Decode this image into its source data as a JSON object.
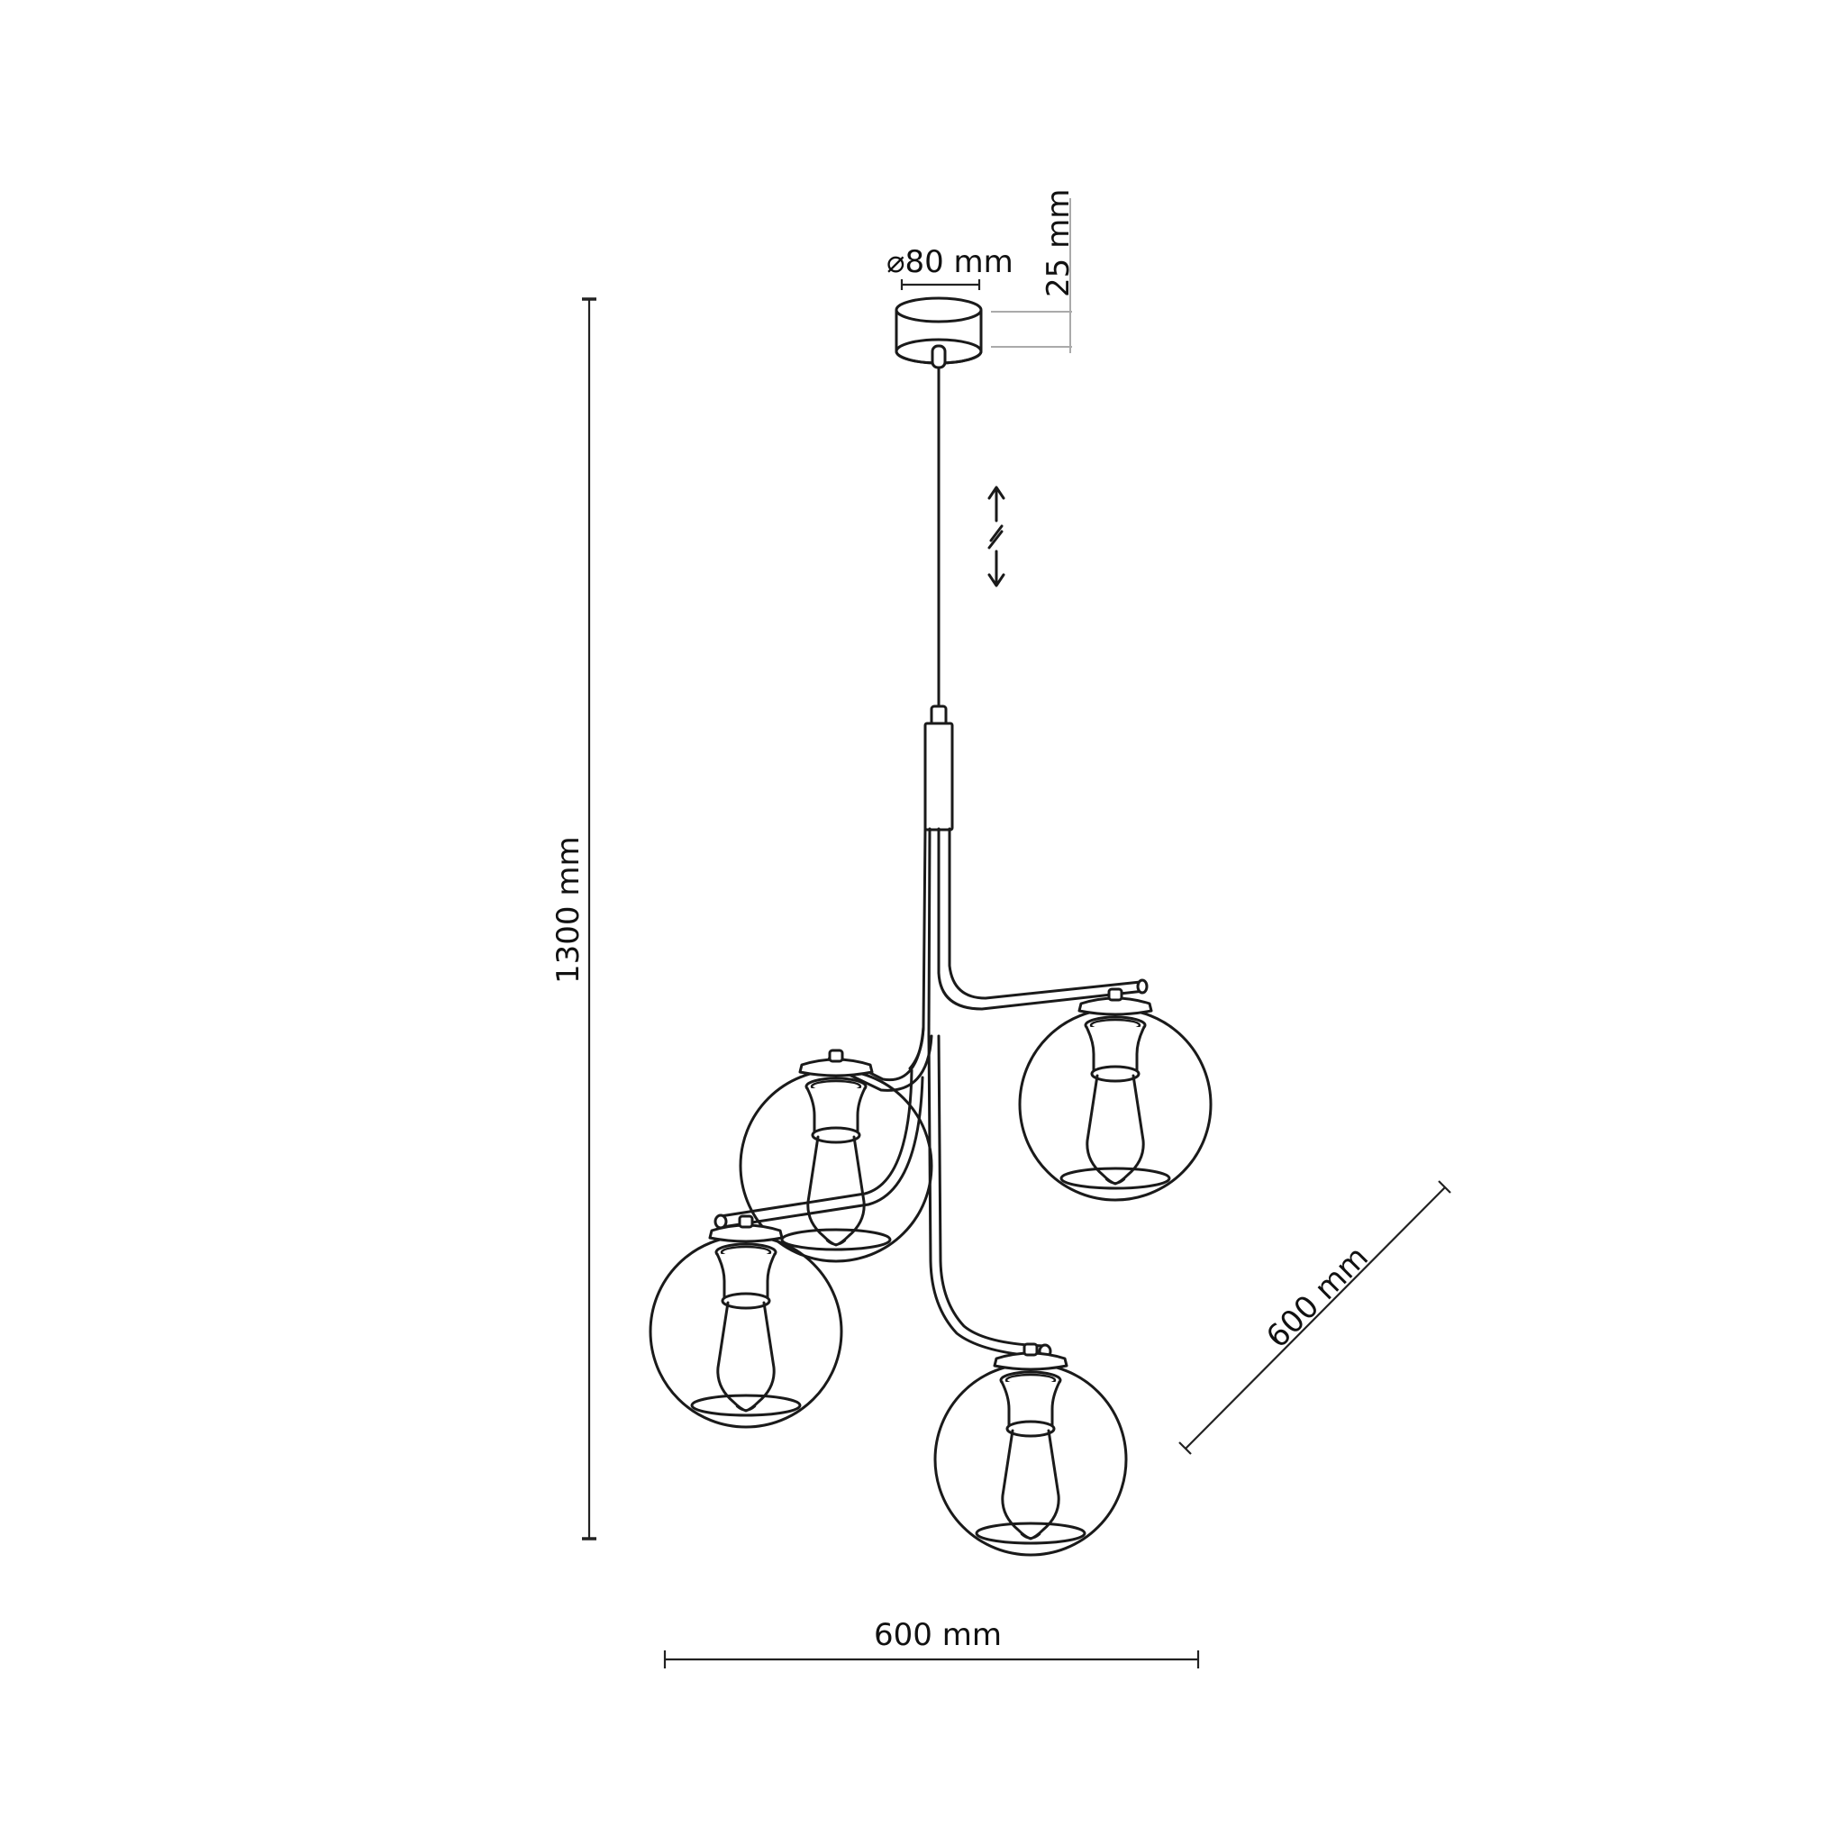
{
  "drawing": {
    "title": "Pendant lamp dimension drawing",
    "line_color": "#1a1a1a",
    "background": "#ffffff"
  },
  "dimensions": {
    "canopy_diameter": {
      "symbol": "⌀",
      "label": "80 mm"
    },
    "canopy_height": {
      "label": "25 mm"
    },
    "total_height": {
      "label": "1300 mm"
    },
    "width": {
      "label": "600 mm"
    },
    "depth": {
      "label": "600 mm"
    }
  },
  "annotations": {
    "adjustable_cable": {
      "icon": "adjustable-length-arrow-icon"
    }
  },
  "components": {
    "canopy": "ceiling-canopy",
    "cable": "suspension-cable",
    "stem": "central-stem",
    "globes": [
      {
        "id": "globe-upper-left"
      },
      {
        "id": "globe-upper-right"
      },
      {
        "id": "globe-lower-left"
      },
      {
        "id": "globe-lower-right"
      }
    ]
  }
}
